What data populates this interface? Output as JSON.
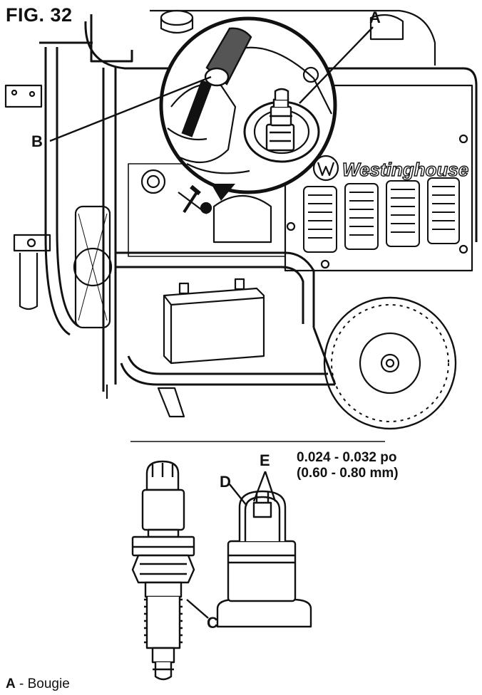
{
  "figure": {
    "title": "FIG. 32",
    "brand": "Westinghouse",
    "callouts": {
      "a": "A",
      "b": "B",
      "c": "C",
      "d": "D",
      "e": "E"
    },
    "gap_spec": {
      "line1": "0.024 - 0.032 po",
      "line2": "(0.60 - 0.80 mm)"
    },
    "legend": [
      {
        "key": "A",
        "sep": " - ",
        "text": "Bougie"
      }
    ]
  }
}
